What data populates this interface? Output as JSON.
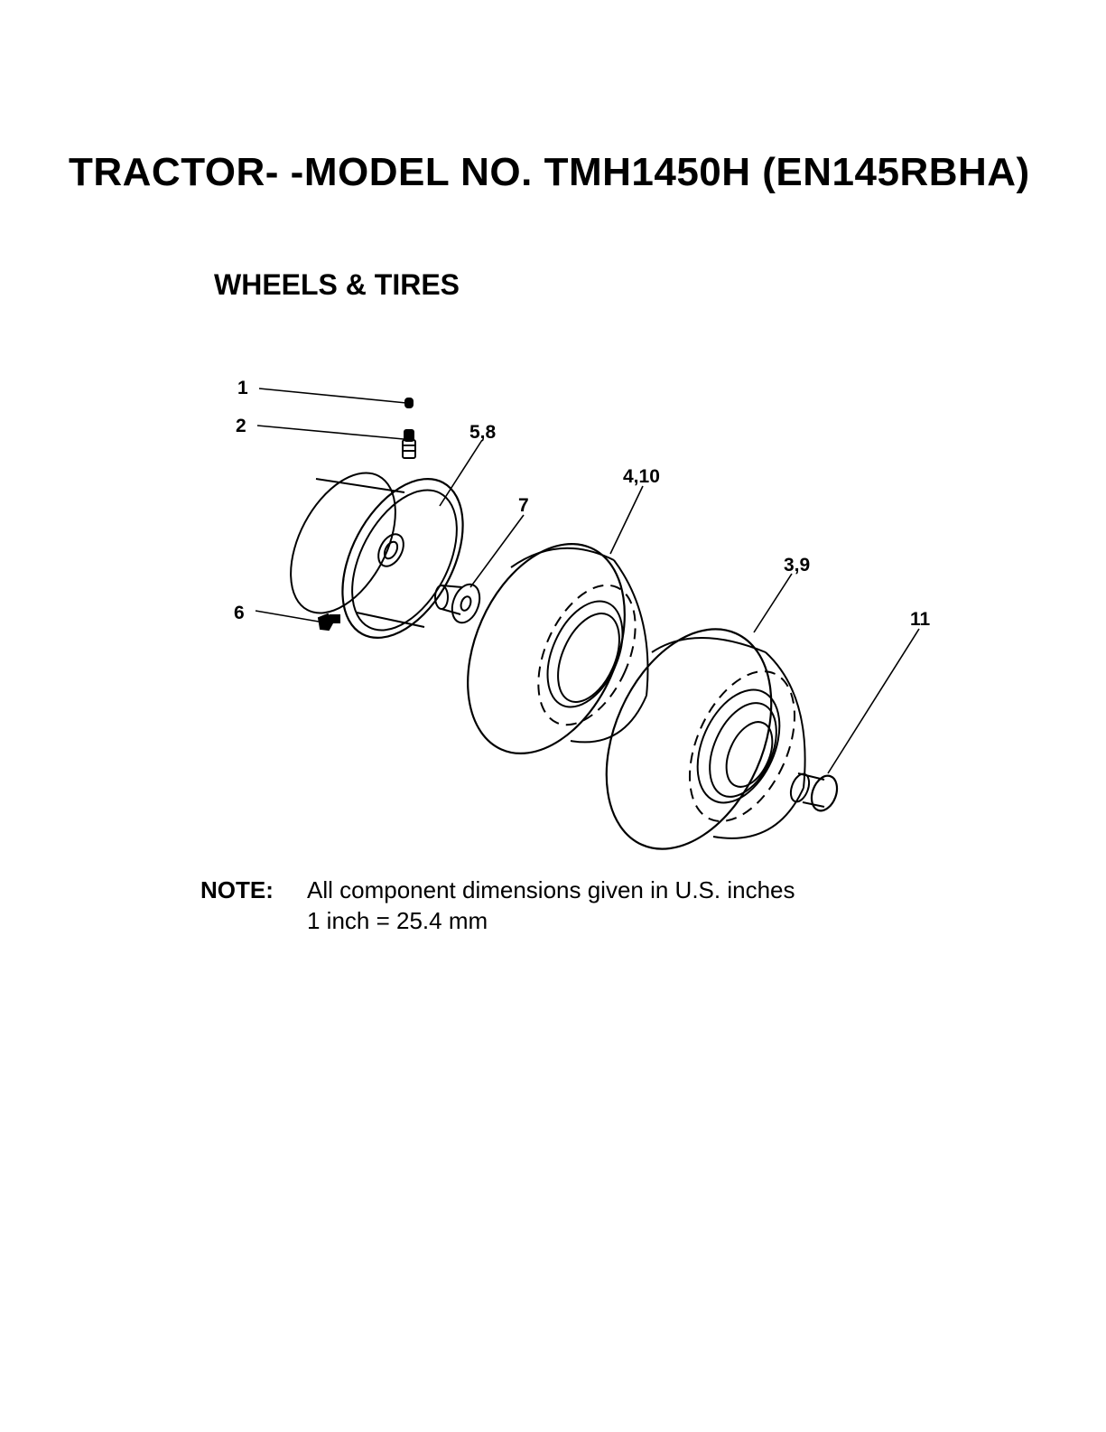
{
  "header": {
    "title": "TRACTOR- -MODEL NO. TMH1450H (EN145RBHA)",
    "section": "WHEELS & TIRES"
  },
  "callouts": {
    "c1": "1",
    "c2": "2",
    "c58": "5,8",
    "c410": "4,10",
    "c7": "7",
    "c39": "3,9",
    "c6": "6",
    "c11": "11"
  },
  "note": {
    "label": "NOTE:",
    "line1": "All component dimensions given in U.S. inches",
    "line2": "1 inch = 25.4 mm"
  },
  "colors": {
    "ink": "#000000",
    "paper": "#ffffff"
  }
}
